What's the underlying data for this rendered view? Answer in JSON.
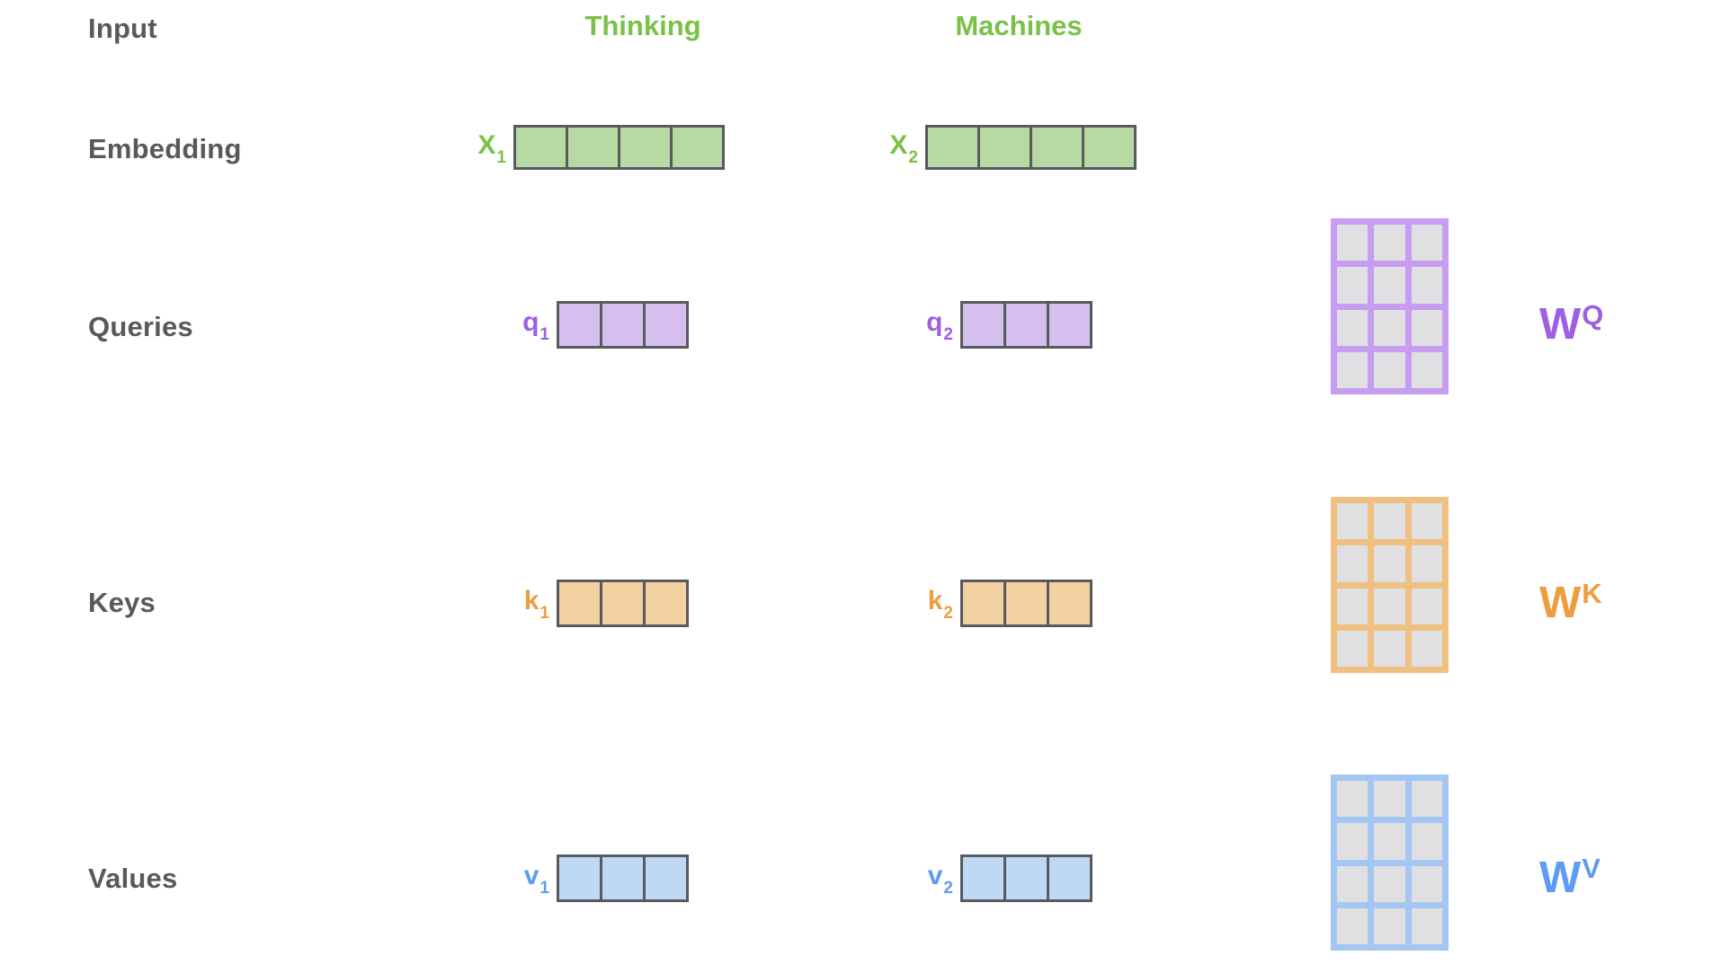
{
  "diagram": {
    "row_labels": {
      "input": "Input",
      "embedding": "Embedding",
      "queries": "Queries",
      "keys": "Keys",
      "values": "Values"
    },
    "tokens": {
      "first": "Thinking",
      "second": "Machines"
    },
    "vectors": {
      "x1": {
        "name": "X",
        "sub": "1",
        "cells": 4
      },
      "x2": {
        "name": "X",
        "sub": "2",
        "cells": 4
      },
      "q1": {
        "name": "q",
        "sub": "1",
        "cells": 3
      },
      "q2": {
        "name": "q",
        "sub": "2",
        "cells": 3
      },
      "k1": {
        "name": "k",
        "sub": "1",
        "cells": 3
      },
      "k2": {
        "name": "k",
        "sub": "2",
        "cells": 3
      },
      "v1": {
        "name": "v",
        "sub": "1",
        "cells": 3
      },
      "v2": {
        "name": "v",
        "sub": "2",
        "cells": 3
      }
    },
    "weight_matrices": {
      "wq": {
        "name": "W",
        "sup": "Q",
        "rows": 4,
        "cols": 3
      },
      "wk": {
        "name": "W",
        "sup": "K",
        "rows": 4,
        "cols": 3
      },
      "wv": {
        "name": "W",
        "sup": "V",
        "rows": 4,
        "cols": 3
      }
    },
    "colors": {
      "row_label_text": "#58595c",
      "token_green": "#79c148",
      "embedding_fill": "#b7d9a4",
      "vector_border": "#595a5e",
      "query_fill": "#d6bfee",
      "query_accent": "#9d5fe3",
      "query_matrix_border": "#c69df1",
      "key_fill": "#f2d1a2",
      "key_accent": "#ec9d3d",
      "key_matrix_border": "#f0c081",
      "value_fill": "#bfd9f4",
      "value_accent": "#5d9cf0",
      "value_matrix_border": "#a3c7f2",
      "matrix_cell_fill": "#e0e0e2"
    }
  }
}
